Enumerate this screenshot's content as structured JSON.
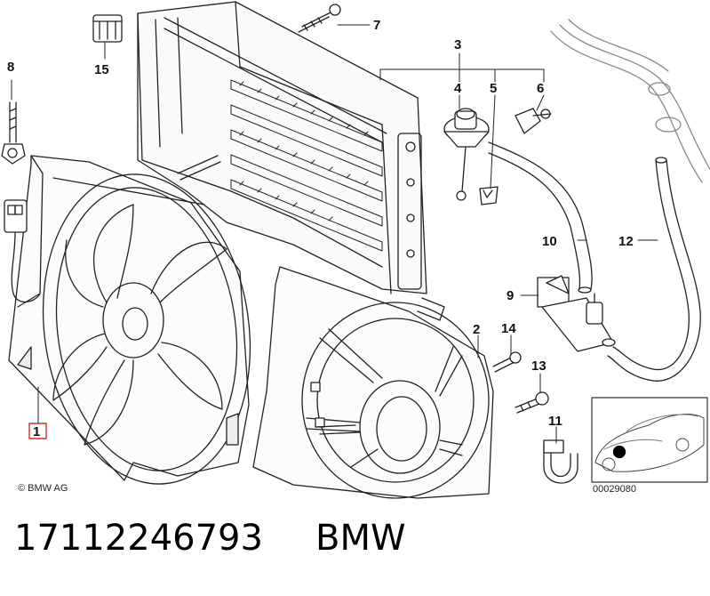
{
  "diagram": {
    "callouts": {
      "c1": "1",
      "c2": "2",
      "c3": "3",
      "c4": "4",
      "c5": "5",
      "c6": "6",
      "c7": "7",
      "c8": "8",
      "c9": "9",
      "c10": "10",
      "c11": "11",
      "c12": "12",
      "c13": "13",
      "c14": "14",
      "c15": "15"
    },
    "copyright": "© BMW AG",
    "diagram_number": "00029080",
    "highlight_color": "#d32f2f"
  },
  "footer": {
    "part_number": "17112246793",
    "brand": "BMW"
  }
}
